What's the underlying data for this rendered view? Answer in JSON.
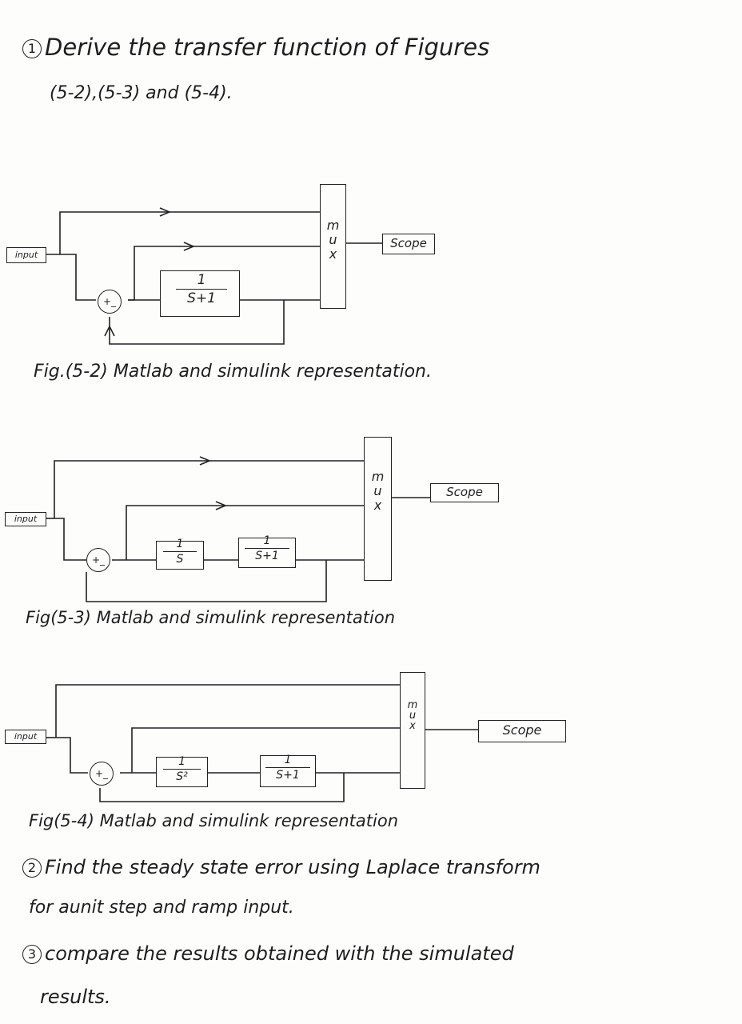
{
  "question1": {
    "number": "1",
    "line1": "Derive the transfer function of Figures",
    "line2": "(5-2),(5-3) and (5-4)."
  },
  "fig52": {
    "input_label": "input",
    "tf_num": "1",
    "tf_den": "S+1",
    "mux_labels": [
      "m",
      "u",
      "x"
    ],
    "scope_label": "Scope",
    "sum_label": "+_",
    "caption": "Fig.(5-2) Matlab and simulink representation."
  },
  "fig53": {
    "input_label": "input",
    "tf1_num": "1",
    "tf1_den": "S",
    "tf2_num": "1",
    "tf2_den": "S+1",
    "mux_labels": [
      "m",
      "u",
      "x"
    ],
    "scope_label": "Scope",
    "sum_label": "+_",
    "caption": "Fig(5-3) Matlab and simulink representation"
  },
  "fig54": {
    "input_label": "input",
    "tf1_num": "1",
    "tf1_den": "S²",
    "tf2_num": "1",
    "tf2_den": "S+1",
    "mux_labels": [
      "m",
      "u",
      "x"
    ],
    "scope_label": "Scope",
    "sum_label": "+_",
    "caption": "Fig(5-4) Matlab and simulink representation"
  },
  "question2": {
    "number": "2",
    "line1": "Find the steady state error using Laplace transform",
    "line2": "for aunit step and ramp input."
  },
  "question3": {
    "number": "3",
    "line1": "compare the results obtained with the simulated",
    "line2": "results."
  }
}
